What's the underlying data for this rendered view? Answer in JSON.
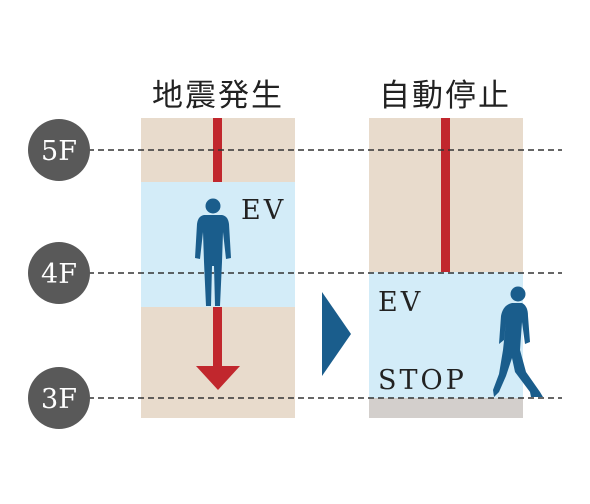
{
  "captions": {
    "left": "地震発生",
    "right": "自動停止"
  },
  "floors": [
    "5F",
    "4F",
    "3F"
  ],
  "elevator": {
    "label_left": "EV",
    "label_right": "EV",
    "stop_label": "STOP"
  },
  "colors": {
    "shaft": "#e8dbcc",
    "cabin": "#d3ecf8",
    "rope": "#c1272d",
    "person": "#1a5d8c",
    "floor_badge": "#595959",
    "pit": "#d3cfcc",
    "arrow_next": "#1a5d8c"
  },
  "icons": [
    "person-standing-icon",
    "person-walking-icon",
    "down-arrow-icon",
    "next-arrow-icon"
  ]
}
